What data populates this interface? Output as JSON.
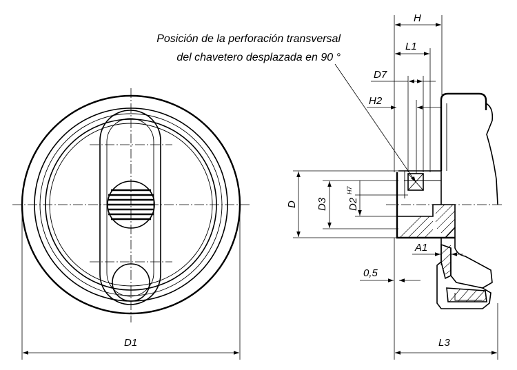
{
  "note": {
    "line1": "Posición de la perforación transversal",
    "line2": "del chavetero desplazada en 90 °"
  },
  "labels": {
    "D1": "D1",
    "D": "D",
    "D3": "D3",
    "D2": "D2",
    "D2_tol": "H7",
    "H": "H",
    "L1": "L1",
    "D7": "D7",
    "H2": "H2",
    "A1": "A1",
    "offset": "0,5",
    "L3": "L3"
  }
}
